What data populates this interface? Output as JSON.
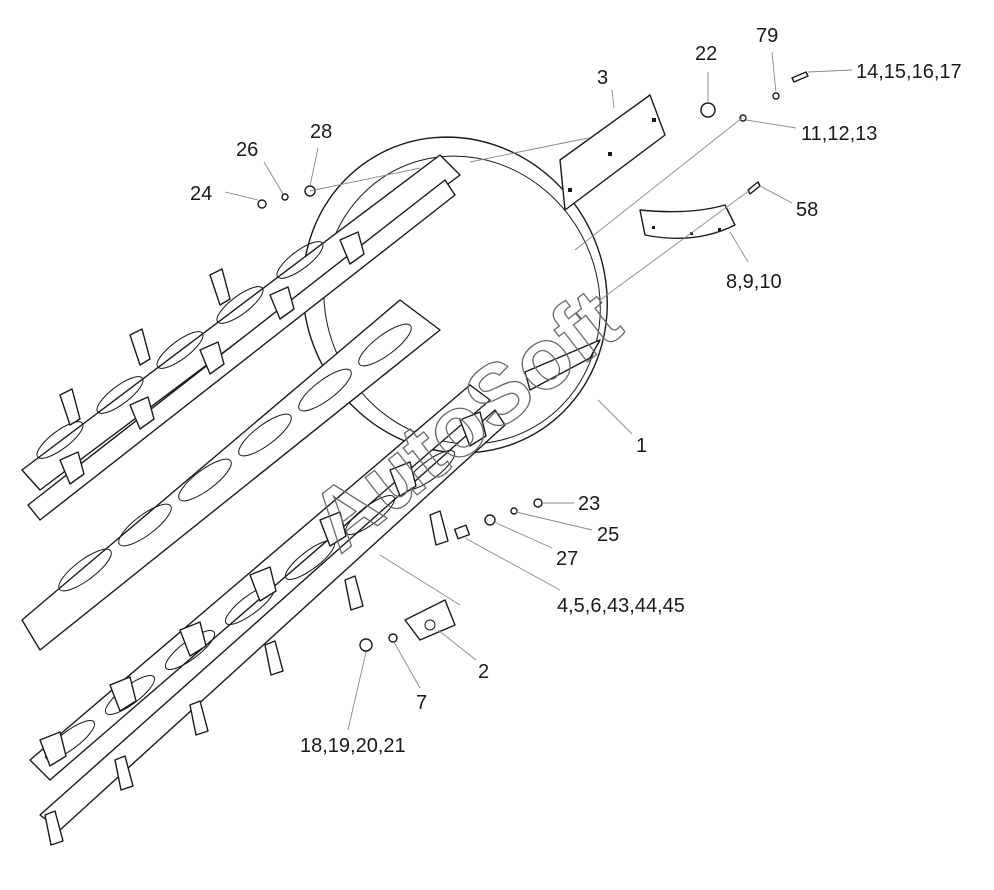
{
  "labels": [
    {
      "id": "1",
      "text": "1"
    },
    {
      "id": "2",
      "text": "2"
    },
    {
      "id": "3",
      "text": "3"
    },
    {
      "id": "4",
      "text": "4,5,6,43,44,45"
    },
    {
      "id": "7",
      "text": "7"
    },
    {
      "id": "8",
      "text": "8,9,10"
    },
    {
      "id": "11",
      "text": "11,12,13"
    },
    {
      "id": "14",
      "text": "14,15,16,17"
    },
    {
      "id": "18",
      "text": "18,19,20,21"
    },
    {
      "id": "22",
      "text": "22"
    },
    {
      "id": "23",
      "text": "23"
    },
    {
      "id": "24",
      "text": "24"
    },
    {
      "id": "25",
      "text": "25"
    },
    {
      "id": "26",
      "text": "26"
    },
    {
      "id": "27",
      "text": "27"
    },
    {
      "id": "28",
      "text": "28"
    },
    {
      "id": "58",
      "text": "58"
    },
    {
      "id": "79",
      "text": "79"
    }
  ],
  "watermark": "AutoSoft"
}
